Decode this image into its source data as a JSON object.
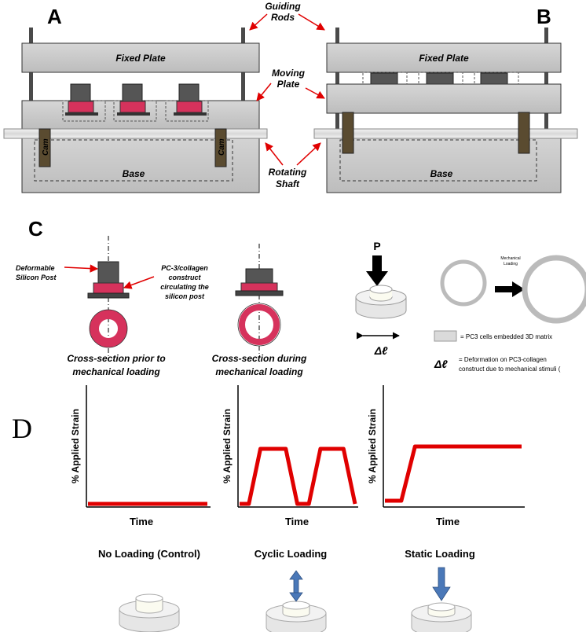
{
  "panels": {
    "a": "A",
    "b": "B",
    "c": "C",
    "d": "D"
  },
  "apparatus": {
    "fixed_plate": "Fixed Plate",
    "base": "Base",
    "cam": "Cam",
    "callouts": {
      "guiding_rods_1": "Guiding",
      "guiding_rods_2": "Rods",
      "moving_plate_1": "Moving",
      "moving_plate_2": "Plate",
      "rotating_shaft_1": "Rotating",
      "rotating_shaft_2": "Shaft"
    }
  },
  "panel_c": {
    "deformable_1": "Deformable",
    "deformable_2": "Silicon Post",
    "construct_1": "PC-3/collagen",
    "construct_2": "construct",
    "construct_3": "circulating the",
    "construct_4": "silicon post",
    "cross_prior_1": "Cross-section prior to",
    "cross_prior_2": "mechanical loading",
    "cross_during_1": "Cross-section during",
    "cross_during_2": "mechanical loading",
    "force_label": "P",
    "delta_label": "Δℓ",
    "mech_loading_1": "Mechanical",
    "mech_loading_2": "Loading",
    "legend_matrix": "= PC3  cells embedded 3D matrix",
    "legend_delta_symbol": "Δℓ",
    "legend_delta_1": "= Deformation on PC3-collagen",
    "legend_delta_2": "construct due to mechanical stimuli ("
  },
  "panel_d": {
    "ylabel": "% Applied Strain",
    "xlabel": "Time",
    "conditions": [
      "No Loading (Control)",
      "Cyclic  Loading",
      "Static  Loading"
    ]
  },
  "colors": {
    "pink": "#d6325c",
    "plate_gray": "#c9c9c9",
    "post_gray": "#555555",
    "cam_brown": "#5a4b30",
    "strain_red": "#e00000",
    "arrow_red": "#e00000",
    "arrow_blue": "#4a78b8"
  },
  "chart_data": [
    {
      "type": "line",
      "title": "",
      "xlabel": "Time",
      "ylabel": "% Applied Strain",
      "series": [
        {
          "x": [
            0,
            1
          ],
          "y": [
            0,
            0
          ]
        }
      ]
    },
    {
      "type": "line",
      "title": "",
      "xlabel": "Time",
      "ylabel": "% Applied Strain",
      "series": [
        {
          "x": [
            0,
            0.08,
            0.18,
            0.4,
            0.5,
            0.6,
            0.7,
            0.9,
            1.0
          ],
          "y": [
            0,
            0,
            1,
            1,
            0,
            0,
            1,
            1,
            0
          ]
        }
      ]
    },
    {
      "type": "line",
      "title": "",
      "xlabel": "Time",
      "ylabel": "% Applied Strain",
      "series": [
        {
          "x": [
            0,
            0.12,
            0.22,
            1.0
          ],
          "y": [
            0,
            0,
            1,
            1
          ]
        }
      ]
    }
  ]
}
